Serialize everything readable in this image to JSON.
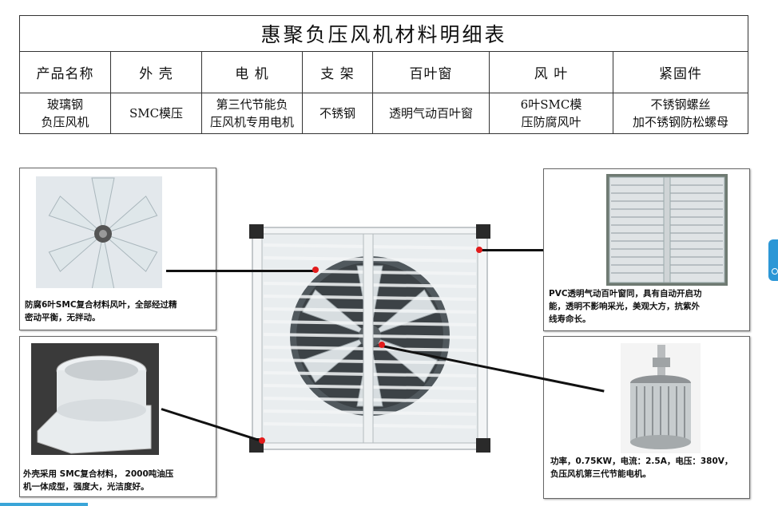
{
  "table": {
    "title": "惠聚负压风机材料明细表",
    "headers": [
      "产品名称",
      "外 壳",
      "电 机",
      "支 架",
      "百叶窗",
      "风 叶",
      "紧固件"
    ],
    "row": [
      [
        "玻璃钢",
        "负压风机"
      ],
      [
        "SMC模压"
      ],
      [
        "第三代节能负",
        "压风机专用电机"
      ],
      [
        "不锈钢"
      ],
      [
        "透明气动百叶窗"
      ],
      [
        "6叶SMC模",
        "压防腐风叶"
      ],
      [
        "不锈钢螺丝",
        "加不锈钢防松螺母"
      ]
    ]
  },
  "callouts": {
    "blade": {
      "line1": "防腐6叶SMC复合材料风叶，全部经过精",
      "line2": "密动平衡，无拌动。"
    },
    "shell": {
      "line1": "外壳采用 SMC复合材料， 2000吨油压",
      "line2": "机一体成型，强度大，光洁度好。"
    },
    "shutter": {
      "line1": "PVC透明气动百叶窗同，具有自动开启功",
      "line2": "能，透明不影响采光，美观大方，抗紫外",
      "line3": "线寿命长。"
    },
    "motor": {
      "line1": "功率，0.75KW，电流：2.5A，电压：380V，",
      "line2": "负压风机第三代节能电机。"
    }
  },
  "colors": {
    "pointer_dot": "#e21b1b",
    "side_tab": "#2c97d6"
  }
}
